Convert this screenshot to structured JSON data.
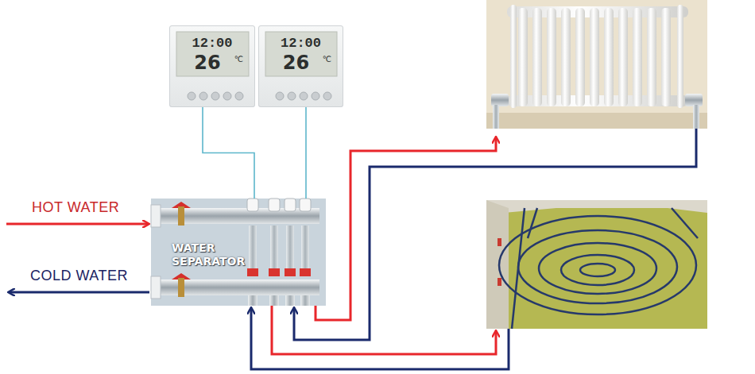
{
  "diagram": {
    "nodes": [
      {
        "text": [
          "12:00",
          "26",
          "℃"
        ]
      },
      {
        "text": [
          "12:00",
          "26",
          "℃"
        ]
      },
      {
        "text": [
          "WATER SEPARATOR"
        ]
      }
    ],
    "edges": [
      {
        "from": 0,
        "to": 2,
        "arrow": "none"
      },
      {
        "from": 1,
        "to": 2,
        "arrow": "none"
      }
    ],
    "labels": [
      "HOT WATER",
      "COLD WATER"
    ]
  }
}
